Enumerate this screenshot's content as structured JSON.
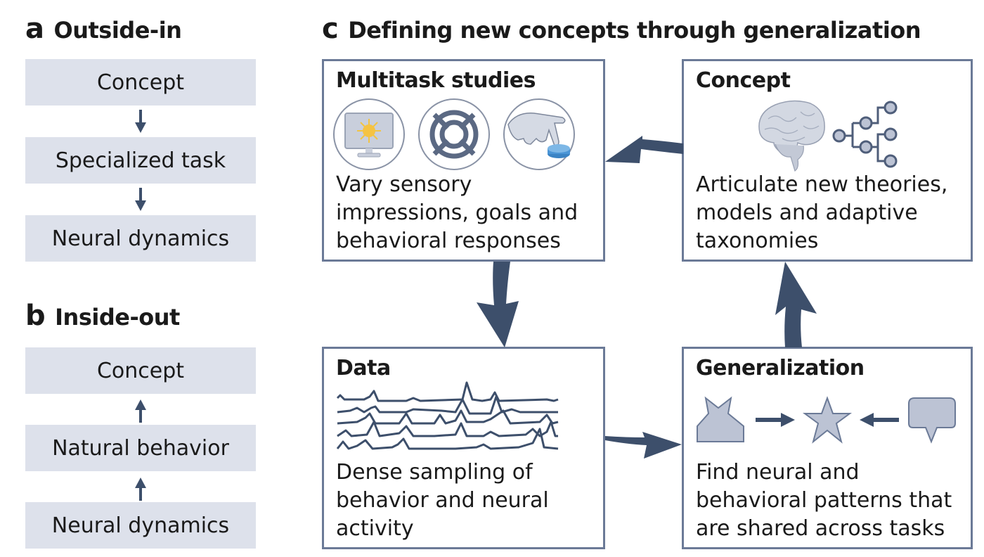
{
  "panel_a": {
    "letter": "a",
    "title": "Outside-in",
    "steps": [
      "Concept",
      "Specialized task",
      "Neural dynamics"
    ],
    "direction": "down"
  },
  "panel_b": {
    "letter": "b",
    "title": "Inside-out",
    "steps": [
      "Concept",
      "Natural behavior",
      "Neural dynamics"
    ],
    "direction": "up"
  },
  "panel_c": {
    "letter": "c",
    "title": "Defining new concepts through generalization",
    "boxes": {
      "multitask": {
        "title": "Multitask studies",
        "description": "Vary sensory\nimpressions, goals and\nbehavioral responses",
        "icons": [
          "monitor-sun-icon",
          "crosshair-target-icon",
          "finger-press-button-icon"
        ]
      },
      "concept": {
        "title": "Concept",
        "description": "Articulate new theories,\nmodels and adaptive\ntaxonomies",
        "icons": [
          "brain-icon",
          "hierarchy-tree-icon"
        ]
      },
      "data": {
        "title": "Data",
        "description": "Dense sampling of\nbehavior and neural\nactivity",
        "icons": [
          "neural-traces-icon"
        ]
      },
      "generalization": {
        "title": "Generalization",
        "description": "Find neural and\nbehavioral patterns that\nare shared across tasks",
        "icons": [
          "composite-shape-icon",
          "star-icon",
          "speech-bubble-icon"
        ]
      }
    },
    "cycle": [
      "Multitask studies",
      "Data",
      "Generalization",
      "Concept"
    ]
  },
  "colors": {
    "box_fill": "#dde1eb",
    "arrow": "#3d4f6b",
    "panel_border": "#6b7a97",
    "icon_fill": "#bcc3d4"
  }
}
